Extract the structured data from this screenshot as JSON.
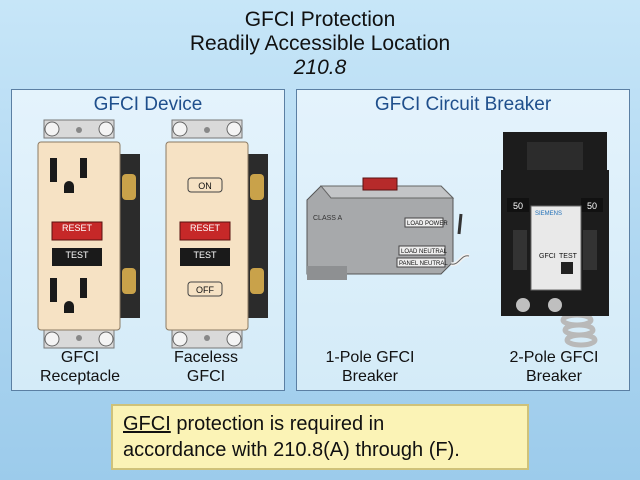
{
  "header": {
    "title_line1": "GFCI Protection",
    "title_line2": "Readily Accessible Location",
    "title_line3": "210.8"
  },
  "left_panel": {
    "title": "GFCI Device",
    "receptacle": {
      "reset_label": "RESET",
      "test_label": "TEST",
      "caption_line1": "GFCI",
      "caption_line2": "Receptacle"
    },
    "faceless": {
      "on_label": "ON",
      "reset_label": "RESET",
      "test_label": "TEST",
      "off_label": "OFF",
      "caption_line1": "Faceless",
      "caption_line2": "GFCI"
    }
  },
  "right_panel": {
    "title": "GFCI Circuit Breaker",
    "one_pole": {
      "class_text": "CLASS A",
      "load_power": "LOAD POWER",
      "load_neutral": "LOAD NEUTRAL",
      "panel_neutral": "PANEL NEUTRAL",
      "caption_line1": "1-Pole GFCI",
      "caption_line2": "Breaker"
    },
    "two_pole": {
      "rating_left": "50",
      "rating_right": "50",
      "brand": "SIEMENS",
      "gfci_text": "GFCI",
      "test_label": "TEST",
      "caption_line1": "2-Pole GFCI",
      "caption_line2": "Breaker"
    }
  },
  "note": {
    "word_gfci": "GFCI",
    "text_rest_line1": " protection is required in",
    "text_line2": "accordance with 210.8(A) through (F)."
  },
  "colors": {
    "background": "#aed6f1",
    "panel_title": "#1f4f8c",
    "device_face": "#f6e2c4",
    "reset_red": "#c62828",
    "note_bg": "#fbf3b6",
    "breaker_gray": "#a7a9ab",
    "breaker_black": "#1c1c1c"
  }
}
